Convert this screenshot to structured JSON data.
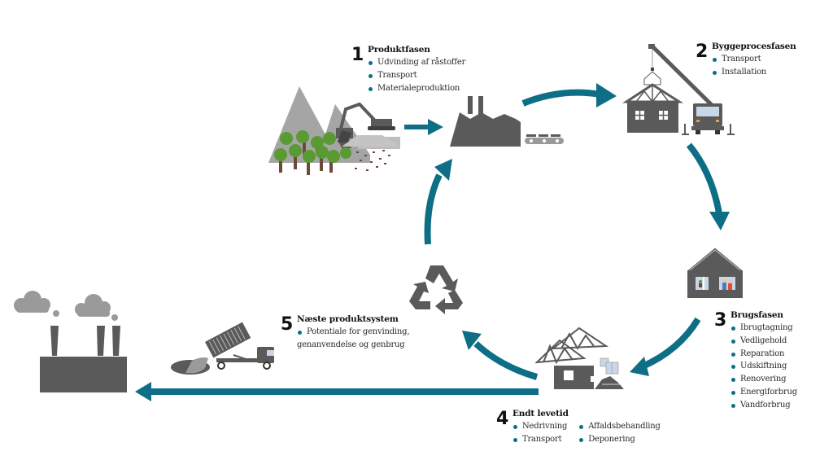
{
  "diagram": {
    "type": "life-cycle",
    "colors": {
      "arrow": "#0e6e85",
      "dark_gray": "#5a5a5a",
      "mid_gray": "#9a9a9a",
      "light_gray": "#bdbdbd",
      "tree_green": "#5a9a32",
      "trunk_brown": "#6b4a3a",
      "window_blue": "#c8d6e8",
      "bullet": "#0e6e85"
    },
    "phases": [
      {
        "number": "1",
        "title": "Produktfasen",
        "items": [
          "Udvinding af råstoffer",
          "Transport",
          "Materialeproduktion"
        ],
        "illustration": "mountains-trees-excavator-and-factory"
      },
      {
        "number": "2",
        "title": "Byggeprocesfasen",
        "items": [
          "Transport",
          "Installation"
        ],
        "illustration": "crane-truck-lifting-roof-truss"
      },
      {
        "number": "3",
        "title": "Brugsfasen",
        "items": [
          "Ibrugtagning",
          "Vedligehold",
          "Reparation",
          "Udskiftning",
          "Renovering",
          "Energiforbrug",
          "Vandforbrug"
        ],
        "illustration": "house-with-people"
      },
      {
        "number": "4",
        "title": "Endt levetid",
        "items_col1": [
          "Nedrivning",
          "Transport"
        ],
        "items_col2": [
          "Affaldsbehandling",
          "Deponering"
        ],
        "illustration": "demolished-building"
      },
      {
        "number": "5",
        "title": "Næste produktsystem",
        "items": [
          "Potentiale for genvinding,"
        ],
        "continuation": "genanvendelse og genbrug",
        "illustration": "recycle-symbol"
      }
    ],
    "extra_icons": [
      "dump-truck-landfill",
      "power-plant-with-smoke"
    ],
    "flows": [
      {
        "from": "extraction",
        "to": "factory"
      },
      {
        "from": "phase-1",
        "to": "phase-2"
      },
      {
        "from": "phase-2",
        "to": "phase-3"
      },
      {
        "from": "phase-3",
        "to": "phase-4"
      },
      {
        "from": "phase-4",
        "to": "recycle"
      },
      {
        "from": "recycle",
        "to": "phase-1"
      },
      {
        "from": "phase-4",
        "to": "power-plant"
      }
    ]
  }
}
